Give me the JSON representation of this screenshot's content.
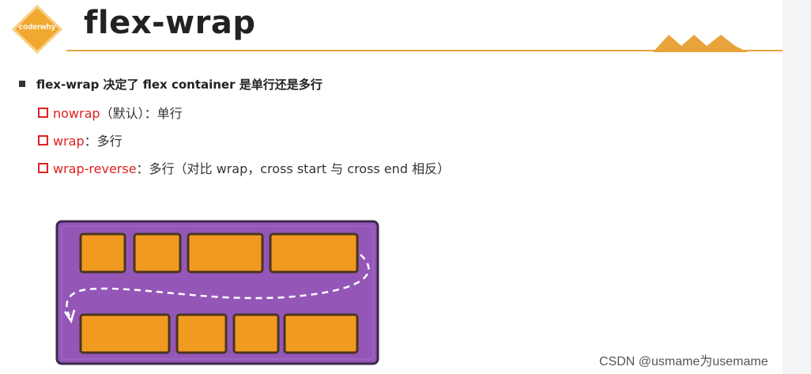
{
  "logo": {
    "text": "coderwhy",
    "color": "#f0a830"
  },
  "title": "flex-wrap",
  "accent": "#e8a33a",
  "main_bullet": "flex-wrap 决定了 flex container 是单行还是多行",
  "sub_items": [
    {
      "keyword": "nowrap",
      "desc": "（默认）：单行"
    },
    {
      "keyword": "wrap",
      "desc": "：多行"
    },
    {
      "keyword": "wrap-reverse",
      "desc": "：多行（对比 wrap，cross start 与 cross end 相反）"
    }
  ],
  "diagram": {
    "container_color": "#9457b8",
    "item_color": "#f09a20",
    "row1_items": 4,
    "row2_items": 4
  },
  "watermark": "CSDN @usmame为usemame"
}
